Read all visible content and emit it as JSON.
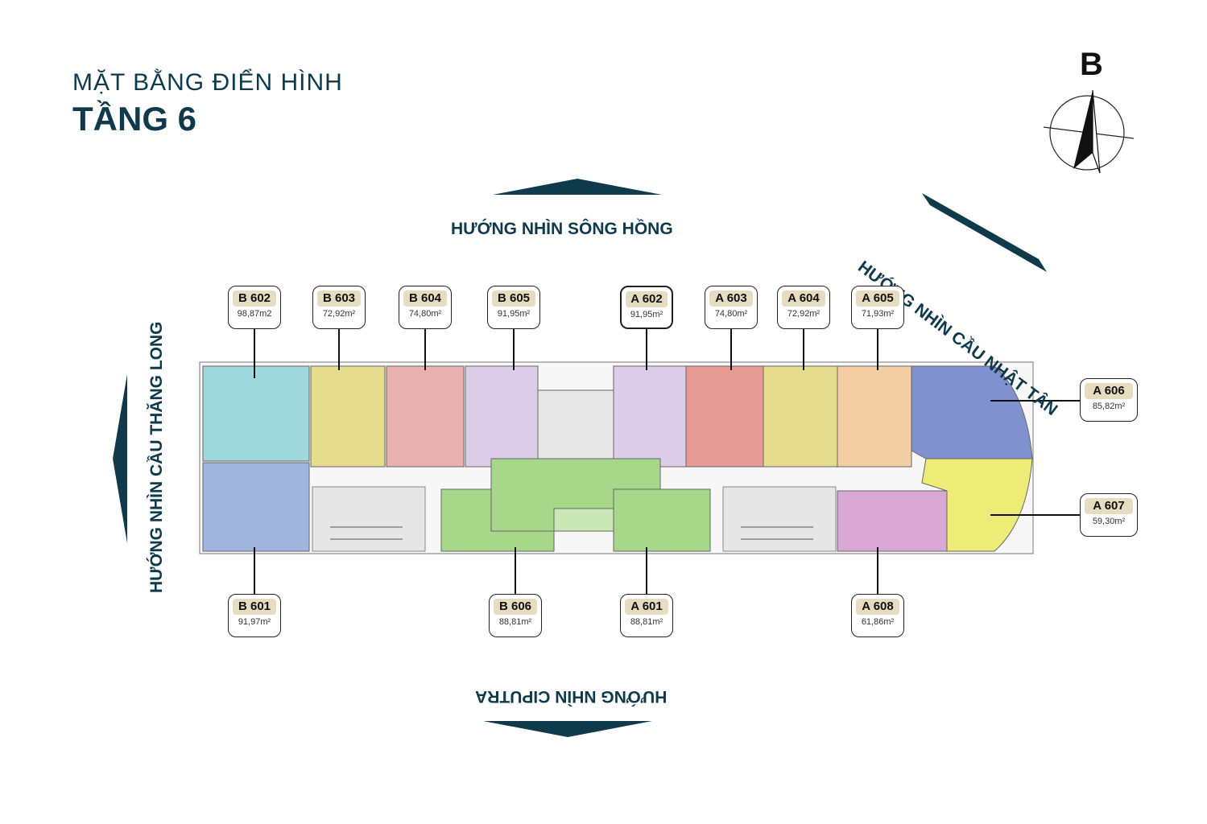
{
  "header": {
    "subtitle": "MẶT BẰNG ĐIỂN HÌNH",
    "title": "TẦNG 6"
  },
  "compass": {
    "letter": "B",
    "icon": "north-arrow-icon"
  },
  "directions": {
    "top": "HƯỚNG NHÌN SÔNG HỒNG",
    "bottom": "HƯỚNG NHÌN CIPUTRA",
    "left": "HƯỚNG NHÌN CẦU THĂNG LONG",
    "right": "HƯỚNG NHÌN CẦU NHẬT TÂN"
  },
  "colors": {
    "navy": "#0f3a4b",
    "label_bg": "#e6ddc0",
    "cyan": "#9fd9de",
    "blue": "#9fb5dd",
    "olive": "#e5dc8e",
    "pink": "#e8b1b0",
    "lavender": "#dccde8",
    "green": "#a7d88a",
    "salmon": "#e59a94",
    "peach": "#f4cea3",
    "royal": "#7f92cf",
    "yellow": "#ecec77",
    "magenta": "#d9a8d4",
    "gray": "#d8d8d8"
  },
  "units": [
    {
      "code": "B 602",
      "area": "98,87m2"
    },
    {
      "code": "B 603",
      "area": "72,92m²"
    },
    {
      "code": "B 604",
      "area": "74,80m²"
    },
    {
      "code": "B 605",
      "area": "91,95m²"
    },
    {
      "code": "A 602",
      "area": "91,95m²"
    },
    {
      "code": "A 603",
      "area": "74,80m²"
    },
    {
      "code": "A 604",
      "area": "72,92m²"
    },
    {
      "code": "A 605",
      "area": "71,93m²"
    },
    {
      "code": "A 606",
      "area": "85,82m²"
    },
    {
      "code": "A 607",
      "area": "59,30m²"
    },
    {
      "code": "B 601",
      "area": "91,97m²"
    },
    {
      "code": "B 606",
      "area": "88,81m²"
    },
    {
      "code": "A 601",
      "area": "88,81m²"
    },
    {
      "code": "A 608",
      "area": "61,86m²"
    }
  ]
}
